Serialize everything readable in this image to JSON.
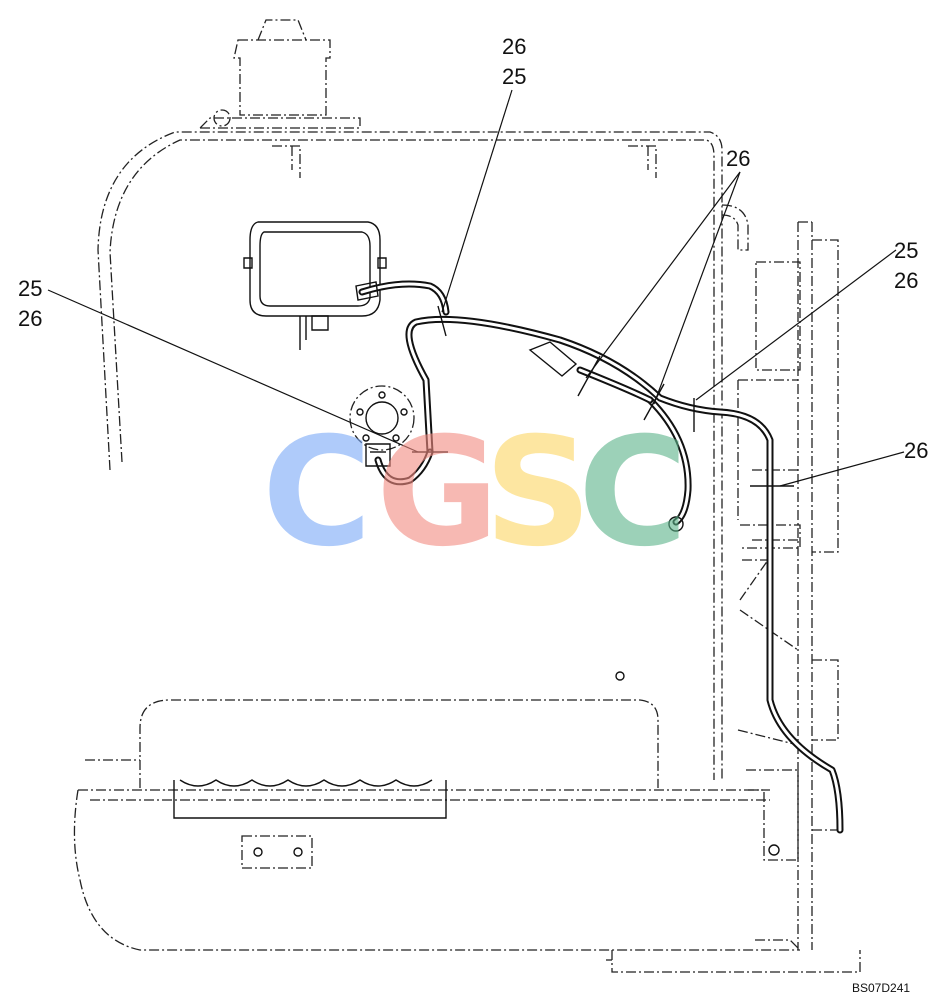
{
  "callouts": {
    "top_a": "26",
    "top_b": "25",
    "left_a": "25",
    "left_b": "26",
    "upper_right": "26",
    "right_a": "25",
    "right_b": "26",
    "lower_right": "26"
  },
  "figure_id": "BS07D241",
  "watermark": {
    "letters": [
      "C",
      "G",
      "S",
      "C"
    ],
    "colors": [
      "#7baaf7",
      "#f28b82",
      "#fdd663",
      "#5bb38a"
    ]
  }
}
